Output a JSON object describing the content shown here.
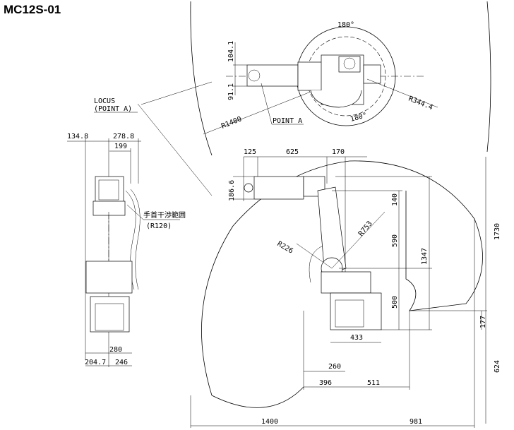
{
  "title": "MC12S-01",
  "top_view": {
    "angle_top": "180°",
    "angle_bottom": "180°",
    "dim_upper": "104.1",
    "dim_lower": "91.1",
    "radius_outer": "R1400",
    "radius_inner": "R344.4",
    "point_label": "POINT A"
  },
  "locus_label": {
    "line1": "LOCUS",
    "line2": "(POINT A)"
  },
  "front_view": {
    "dim_134_8": "134.8",
    "dim_278_8": "278.8",
    "dim_199": "199",
    "wrist_label": "手首干渉範囲",
    "wrist_radius": "(R120)",
    "dim_280": "280",
    "dim_204_7": "204.7",
    "dim_246": "246"
  },
  "side_view": {
    "dim_125": "125",
    "dim_625": "625",
    "dim_170": "170",
    "dim_186_6": "186.6",
    "dim_140": "140",
    "radius_753": "R753",
    "dim_590": "590",
    "radius_226": "R226",
    "dim_1347": "1347",
    "dim_1730": "1730",
    "dim_500": "500",
    "dim_177": "177",
    "dim_433": "433",
    "dim_260": "260",
    "dim_396": "396",
    "dim_511": "511",
    "dim_624": "624",
    "dim_1400": "1400",
    "dim_981": "981"
  }
}
